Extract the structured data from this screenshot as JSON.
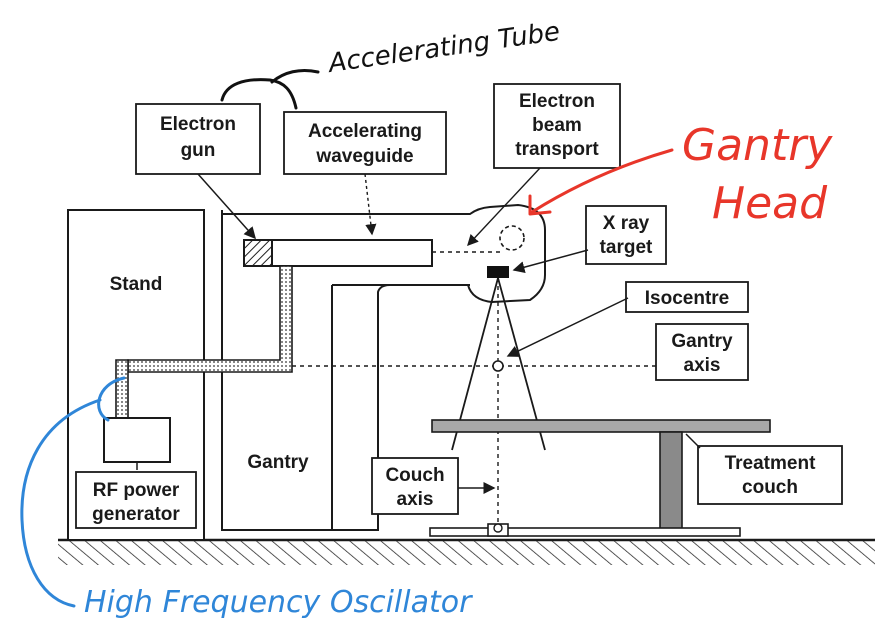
{
  "labels": {
    "electron_gun": [
      "Electron",
      "gun"
    ],
    "accelerating_waveguide": [
      "Accelerating",
      "waveguide"
    ],
    "electron_beam_transport": [
      "Electron",
      "beam",
      "transport"
    ],
    "x_ray_target": [
      "X ray",
      "target"
    ],
    "isocentre": "Isocentre",
    "gantry_axis": [
      "Gantry",
      "axis"
    ],
    "stand": "Stand",
    "gantry": "Gantry",
    "couch_axis": [
      "Couch",
      "axis"
    ],
    "treatment_couch": [
      "Treatment",
      "couch"
    ],
    "rf_power_generator": [
      "RF power",
      "generator"
    ]
  },
  "annotations": {
    "accelerating_tube": "Accelerating Tube",
    "gantry_head": [
      "Gantry",
      "Head"
    ],
    "high_frequency_oscillator": "High Frequency Oscillator"
  },
  "colors": {
    "ink": "#1a1a1a",
    "annotation_black": "#111111",
    "annotation_red": "#e8362a",
    "annotation_blue": "#2f86d8",
    "couch_leg": "#8a8a8a",
    "couch_top": "#a8a8a8"
  }
}
